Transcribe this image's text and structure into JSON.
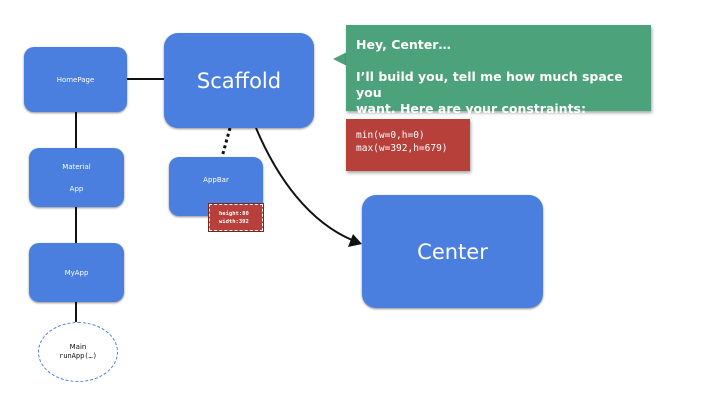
{
  "nodes": {
    "homepage": {
      "label": "HomePage"
    },
    "material_app": {
      "line1": "Material",
      "line2": "App"
    },
    "myapp": {
      "label": "MyApp"
    },
    "main": {
      "line1": "Main",
      "line2": "runApp(…)"
    },
    "scaffold": {
      "label": "Scaffold"
    },
    "appbar": {
      "label": "AppBar"
    },
    "center": {
      "label": "Center"
    }
  },
  "appbar_size": {
    "line1": "height:80",
    "line2": "width:392"
  },
  "callout": {
    "line1": "Hey, Center…",
    "line2": "I’ll build you, tell me how much space you",
    "line3": "want. Here are your constraints:"
  },
  "constraints": {
    "min": "min(w=0,h=0)",
    "max": "max(w=392,h=679)"
  },
  "colors": {
    "node_fill": "#4a7fe0",
    "callout_fill": "#4ca27a",
    "constraint_fill": "#b7403a"
  }
}
